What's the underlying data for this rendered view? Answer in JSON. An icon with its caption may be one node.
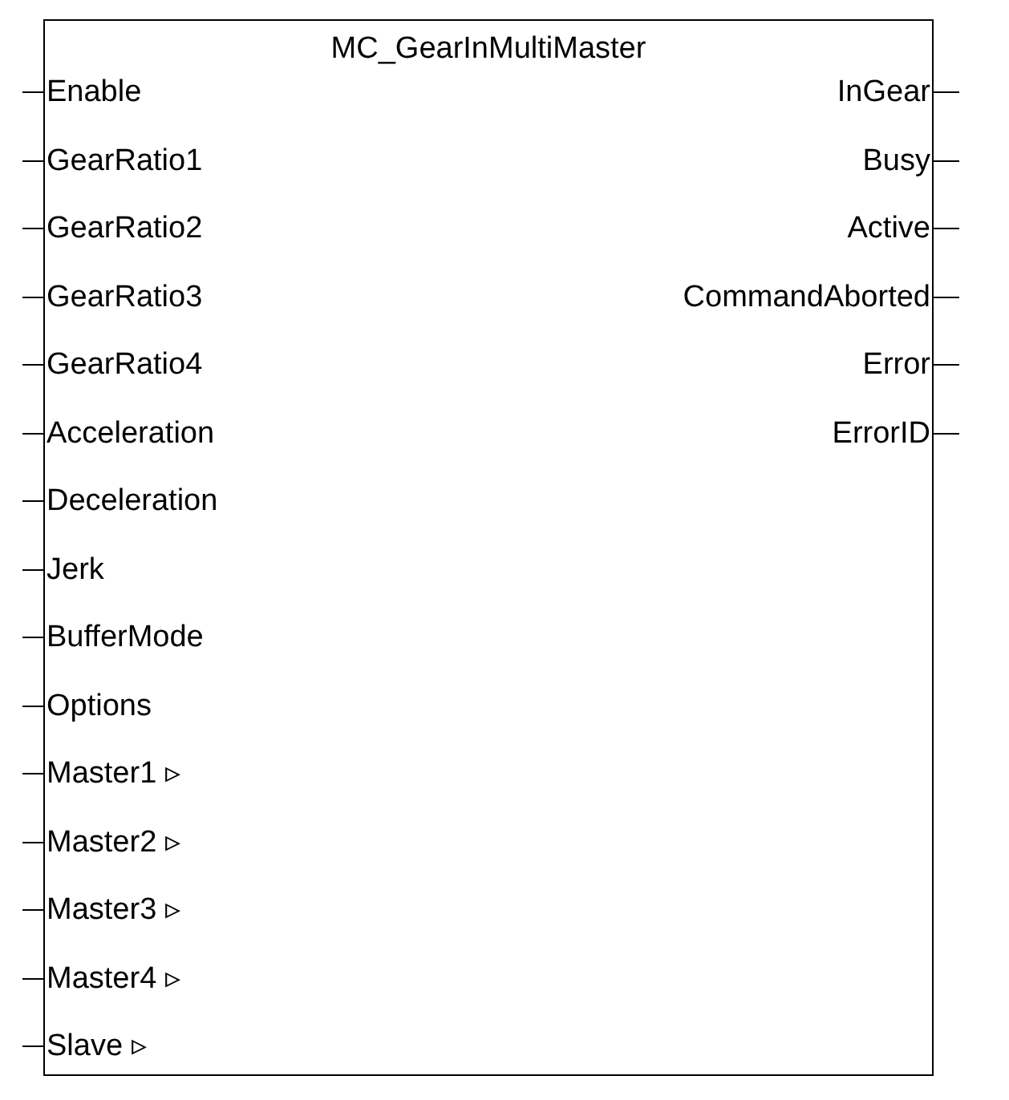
{
  "diagram": {
    "nodes": [
      {
        "text": [
          "MC_GearInMultiMaster",
          "Enable",
          "InGear",
          "GearRatio1",
          "Busy",
          "GearRatio2",
          "Active",
          "GearRatio3",
          "CommandAborted",
          "GearRatio4",
          "Error",
          "Acceleration",
          "ErrorID",
          "Deceleration",
          "Jerk",
          "BufferMode",
          "Options",
          "Master1 ▹",
          "Master2 ▹",
          "Master3 ▹",
          "Master4 ▹",
          "Slave ▹"
        ]
      }
    ],
    "edges": []
  }
}
